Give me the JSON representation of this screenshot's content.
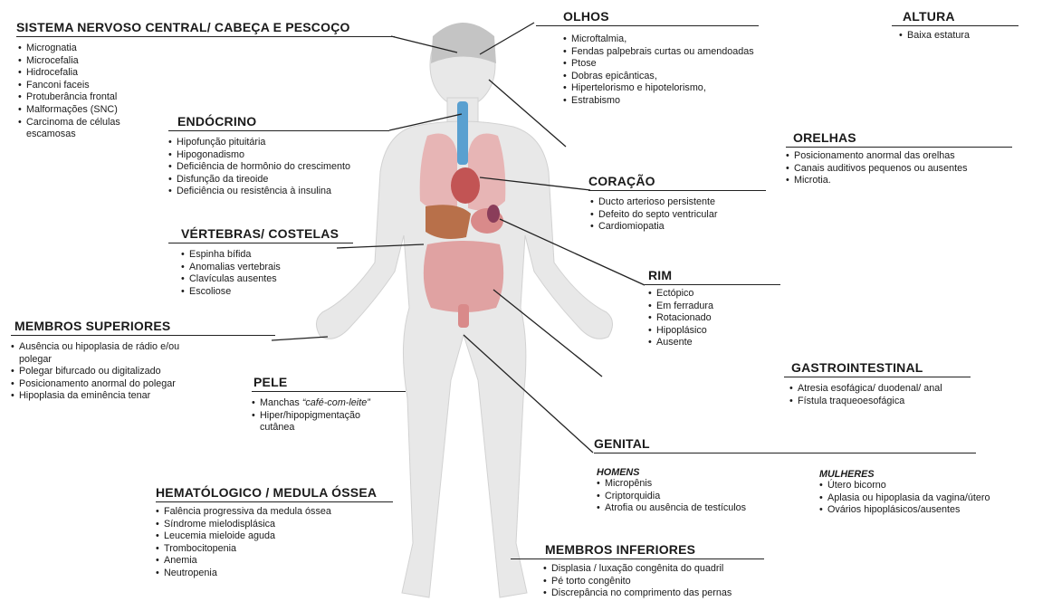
{
  "sections": {
    "snc": {
      "title": "SISTEMA  NERVOSO CENTRAL/ CABEÇA E PESCOÇO",
      "items": [
        "Micrognatia",
        "Microcefalia",
        "Hidrocefalia",
        "Fanconi faceis",
        "Protuberância frontal",
        "Malformações (SNC)",
        "Carcinoma de células\nescamosas"
      ]
    },
    "olhos": {
      "title": "OLHOS",
      "items": [
        "Microftalmia,",
        "Fendas palpebrais curtas ou amendoadas",
        "Ptose",
        "Dobras epicânticas,",
        "Hipertelorismo e hipotelorismo,",
        "Estrabismo"
      ]
    },
    "altura": {
      "title": "ALTURA",
      "items": [
        "Baixa estatura"
      ]
    },
    "endocrino": {
      "title": "ENDÓCRINO",
      "items": [
        "Hipofunção pituitária",
        "Hipogonadismo",
        "Deficiência de hormônio do crescimento",
        "Disfunção da tireoide",
        "Deficiência ou resistência à insulina"
      ]
    },
    "orelhas": {
      "title": "ORELHAS",
      "items": [
        "Posicionamento anormal das orelhas",
        "Canais auditivos pequenos ou ausentes",
        "Microtia."
      ]
    },
    "coracao": {
      "title": "CORAÇÃO",
      "items": [
        "Ducto arterioso persistente",
        "Defeito do septo ventricular",
        "Cardiomiopatia"
      ]
    },
    "vertebras": {
      "title": "VÉRTEBRAS/ COSTELAS",
      "items": [
        "Espinha bífida",
        "Anomalias vertebrais",
        "Clavículas ausentes",
        "Escoliose"
      ]
    },
    "rim": {
      "title": "RIM",
      "items": [
        "Ectópico",
        "Em ferradura",
        "Rotacionado",
        "Hipoplásico",
        "Ausente"
      ]
    },
    "membros_sup": {
      "title": "MEMBROS SUPERIORES",
      "items": [
        "Ausência ou hipoplasia de rádio e/ou\npolegar",
        "Polegar bifurcado ou digitalizado",
        "Posicionamento anormal do polegar",
        "Hipoplasia da eminência tenar"
      ]
    },
    "gastro": {
      "title": "GASTROINTESTINAL",
      "items": [
        "Atresia esofágica/ duodenal/ anal",
        "Fístula traqueoesofágica"
      ]
    },
    "pele": {
      "title": "PELE",
      "item1_prefix": "Manchas ",
      "item1_italic": "“café-com-leite”",
      "items": [
        "Hiper/hipopigmentação\ncutânea"
      ]
    },
    "genital": {
      "title": "GENITAL",
      "homens_label": "HOMENS",
      "homens": [
        "Micropênis",
        "Criptorquidia",
        "Atrofia ou ausência de testículos"
      ],
      "mulheres_label": "MULHERES",
      "mulheres": [
        "Útero bicorno",
        "Aplasia ou hipoplasia da vagina/útero",
        "Ovários hipoplásicos/ausentes"
      ]
    },
    "hemato": {
      "title": "HEMATÓLOGICO / MEDULA ÓSSEA",
      "items": [
        "Falência progressiva da medula óssea",
        "Síndrome mielodisplásica",
        "Leucemia mieloide aguda",
        "Trombocitopenia",
        "Anemia",
        "Neutropenia"
      ]
    },
    "membros_inf": {
      "title": "MEMBROS INFERIORES",
      "items": [
        "Displasia / luxação congênita do quadril",
        "Pé torto congênito",
        "Discrepância no comprimento das pernas"
      ]
    }
  },
  "colors": {
    "body": "#e6e6e6",
    "head": "#c4c4c4",
    "organs": "#d98a8a",
    "trachea": "#5aa0d0",
    "lines": "#222222"
  }
}
